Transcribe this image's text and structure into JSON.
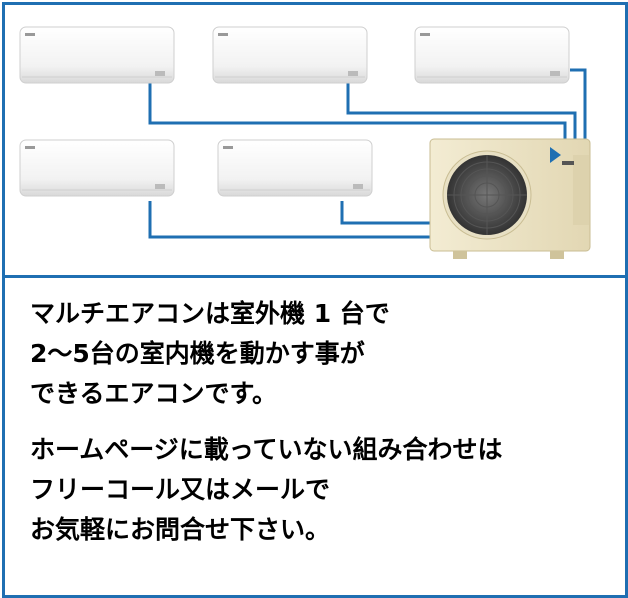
{
  "illustration": {
    "indoor_units": [
      "indoor-unit-1",
      "indoor-unit-2",
      "indoor-unit-3",
      "indoor-unit-4",
      "indoor-unit-5"
    ],
    "outdoor_unit": "outdoor-unit",
    "pipe_color": "#1f6fb2",
    "unit_color": "#f6f6f6",
    "outdoor_color": "#efe7cc"
  },
  "description": {
    "lines": [
      "マルチエアコンは室外機 1 台で",
      "2～5台の室内機を動かす事が",
      "できるエアコンです。"
    ]
  },
  "notice": {
    "lines": [
      "ホームページに載っていない組み合わせは",
      "フリーコール又はメールで",
      "お気軽にお問合せ下さい。"
    ]
  }
}
